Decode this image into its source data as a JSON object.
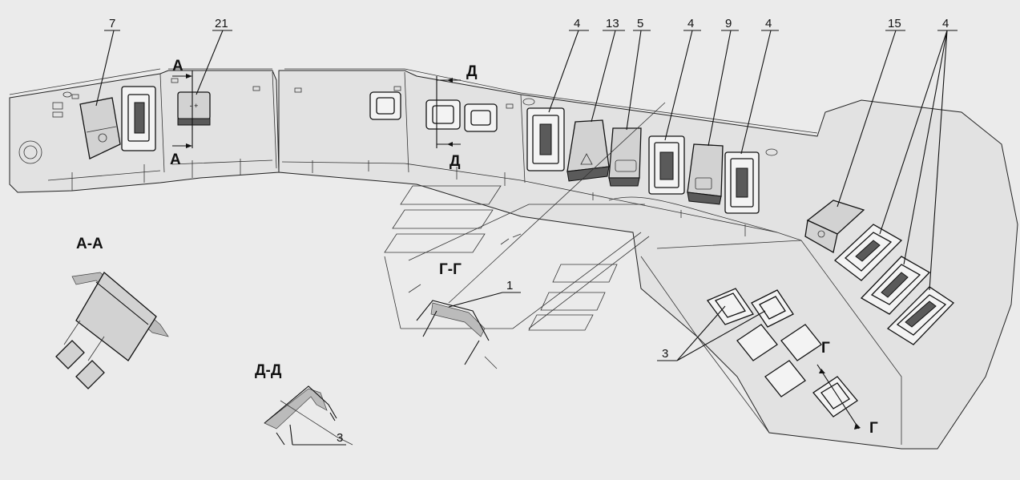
{
  "callouts": [
    {
      "id": "c7",
      "text": "7"
    },
    {
      "id": "c21",
      "text": "21"
    },
    {
      "id": "c4a",
      "text": "4"
    },
    {
      "id": "c13",
      "text": "13"
    },
    {
      "id": "c5",
      "text": "5"
    },
    {
      "id": "c4b",
      "text": "4"
    },
    {
      "id": "c9",
      "text": "9"
    },
    {
      "id": "c4c",
      "text": "4"
    },
    {
      "id": "c15",
      "text": "15"
    },
    {
      "id": "c4d",
      "text": "4"
    },
    {
      "id": "c3a",
      "text": "3"
    },
    {
      "id": "c1",
      "text": "1"
    },
    {
      "id": "c3b",
      "text": "3"
    }
  ],
  "section_marks": {
    "a_top": "А",
    "a_bottom": "А",
    "d_top": "Д",
    "d_bottom": "Д",
    "g_top": "Г",
    "g_bottom": "Г"
  },
  "section_titles": {
    "aa": "А-А",
    "dd": "Д-Д",
    "gg": "Г-Г"
  }
}
